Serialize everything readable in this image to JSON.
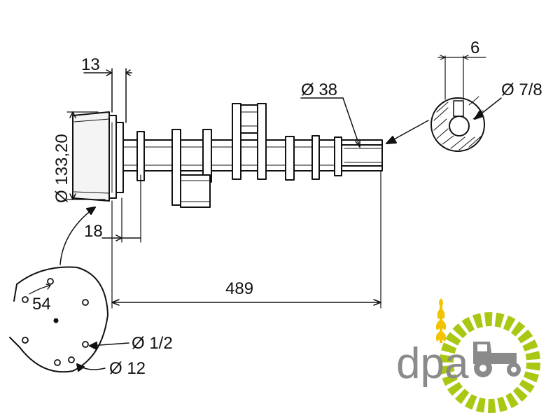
{
  "dimensions": {
    "flange_thickness": "13",
    "keyway_width": "6",
    "shaft_diameter": "Ø 38",
    "bore_diameter": "Ø 7/8",
    "flange_diameter": "Ø 133,20",
    "flange_offset": "18",
    "overall_length": "489",
    "bolt_spacing": "54",
    "thread_hole": "Ø 1/2",
    "pin_hole": "Ø 12"
  },
  "logo": {
    "text": "dpa",
    "colors": {
      "wheat": "#f2c400",
      "gear": "#a8c814",
      "text": "#8a8a8a"
    }
  }
}
